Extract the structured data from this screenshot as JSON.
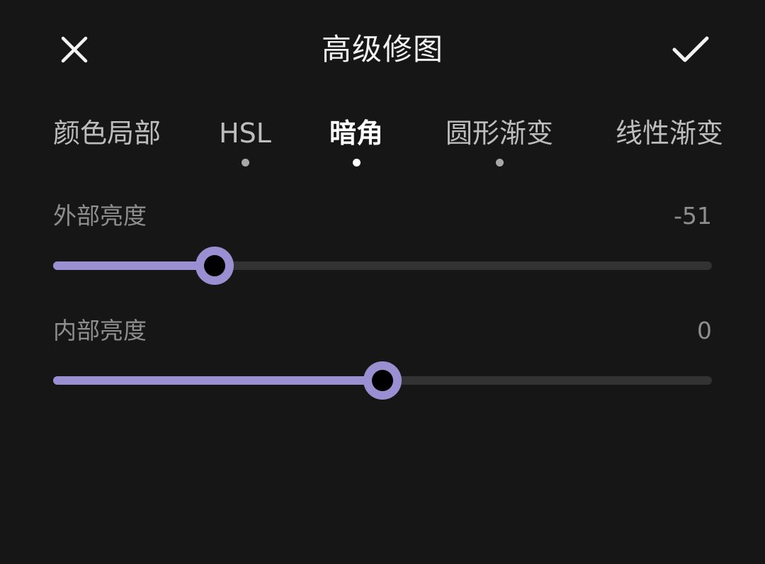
{
  "header": {
    "title": "高级修图",
    "close_icon": "close-icon",
    "confirm_icon": "check-icon"
  },
  "tabs": [
    {
      "label": "颜色局部",
      "active": false,
      "dot": false
    },
    {
      "label": "HSL",
      "active": false,
      "dot": true
    },
    {
      "label": "暗角",
      "active": true,
      "dot": true
    },
    {
      "label": "圆形渐变",
      "active": false,
      "dot": true
    },
    {
      "label": "线性渐变",
      "active": false,
      "dot": false
    }
  ],
  "sliders": [
    {
      "label": "外部亮度",
      "value": "-51",
      "fraction": 0.245
    },
    {
      "label": "内部亮度",
      "value": "0",
      "fraction": 0.5
    }
  ],
  "colors": {
    "background": "#161616",
    "accent": "#9a8fd0",
    "track": "#333333"
  }
}
